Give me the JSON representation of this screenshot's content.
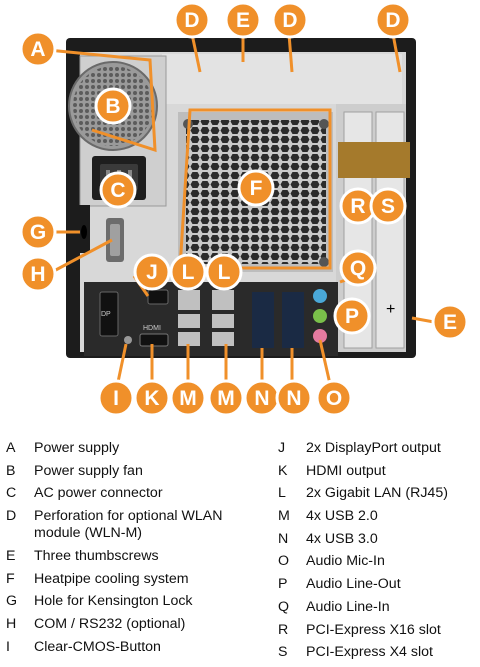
{
  "callouts": [
    {
      "letter": "A"
    },
    {
      "letter": "B"
    },
    {
      "letter": "C"
    },
    {
      "letter": "D"
    },
    {
      "letter": "E"
    },
    {
      "letter": "F"
    },
    {
      "letter": "G"
    },
    {
      "letter": "H"
    },
    {
      "letter": "I"
    },
    {
      "letter": "J"
    },
    {
      "letter": "K"
    },
    {
      "letter": "L"
    },
    {
      "letter": "M"
    },
    {
      "letter": "N"
    },
    {
      "letter": "O"
    },
    {
      "letter": "P"
    },
    {
      "letter": "Q"
    },
    {
      "letter": "R"
    },
    {
      "letter": "S"
    }
  ],
  "port_labels": {
    "dp": "DP",
    "hdmi": "HDMI",
    "plus": "+"
  },
  "legend_left": [
    {
      "key": "A",
      "text": "Power supply"
    },
    {
      "key": "B",
      "text": "Power supply fan"
    },
    {
      "key": "C",
      "text": "AC power connector"
    },
    {
      "key": "D",
      "text": "Perforation for optional WLAN module (WLN-M)"
    },
    {
      "key": "E",
      "text": "Three thumbscrews"
    },
    {
      "key": "F",
      "text": "Heatpipe cooling system"
    },
    {
      "key": "G",
      "text": "Hole for Kensington Lock"
    },
    {
      "key": "H",
      "text": "COM / RS232 (optional)"
    },
    {
      "key": "I",
      "text": "Clear-CMOS-Button"
    }
  ],
  "legend_right": [
    {
      "key": "J",
      "text": "2x DisplayPort output"
    },
    {
      "key": "K",
      "text": "HDMI output"
    },
    {
      "key": "L",
      "text": "2x Gigabit LAN (RJ45)"
    },
    {
      "key": "M",
      "text": "4x USB 2.0"
    },
    {
      "key": "N",
      "text": "4x USB 3.0"
    },
    {
      "key": "O",
      "text": "Audio Mic-In"
    },
    {
      "key": "P",
      "text": "Audio Line-Out"
    },
    {
      "key": "Q",
      "text": "Audio Line-In"
    },
    {
      "key": "R",
      "text": "PCI-Express X16 slot"
    },
    {
      "key": "S",
      "text": "PCI-Express X4 slot"
    }
  ],
  "colors": {
    "callout": "#f0902a",
    "callout_stroke": "#ffffff",
    "chassis": "#d8d8d8",
    "chassis_dark": "#1c1c1c",
    "io_panel": "#2a2a2a"
  }
}
